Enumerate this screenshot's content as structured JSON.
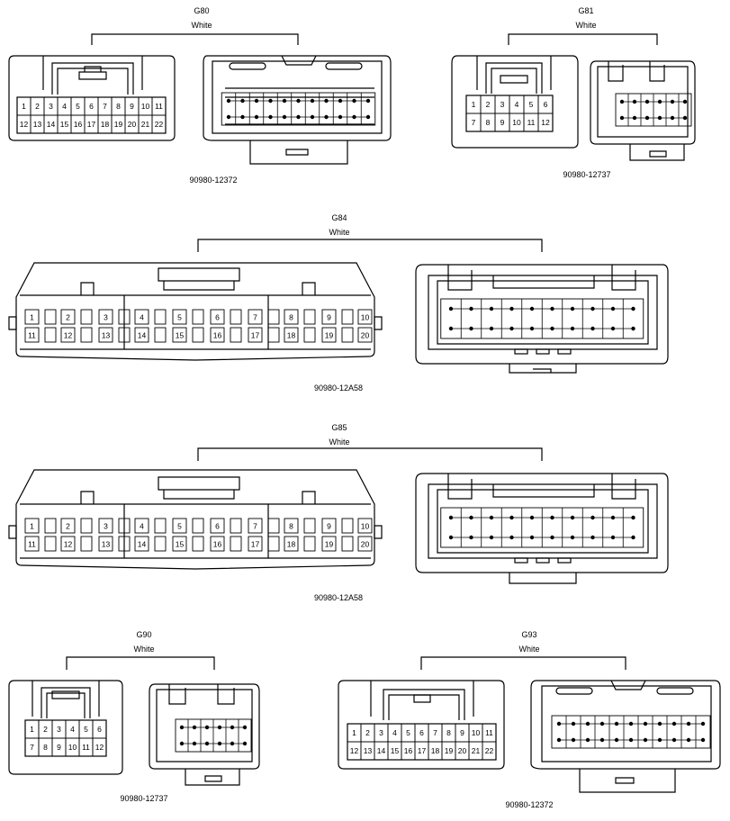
{
  "connectors": [
    {
      "id": "G80",
      "color": "White",
      "part": "90980-12372",
      "pins": [
        "1",
        "2",
        "3",
        "4",
        "5",
        "6",
        "7",
        "8",
        "9",
        "10",
        "11",
        "12",
        "13",
        "14",
        "15",
        "16",
        "17",
        "18",
        "19",
        "20",
        "21",
        "22"
      ]
    },
    {
      "id": "G81",
      "color": "White",
      "part": "90980-12737",
      "pins": [
        "1",
        "2",
        "3",
        "4",
        "5",
        "6",
        "7",
        "8",
        "9",
        "10",
        "11",
        "12"
      ]
    },
    {
      "id": "G84",
      "color": "White",
      "part": "90980-12A58",
      "pins": [
        "1",
        "2",
        "3",
        "4",
        "5",
        "6",
        "7",
        "8",
        "9",
        "10",
        "11",
        "12",
        "13",
        "14",
        "15",
        "16",
        "17",
        "18",
        "19",
        "20"
      ]
    },
    {
      "id": "G85",
      "color": "White",
      "part": "90980-12A58",
      "pins": [
        "1",
        "2",
        "3",
        "4",
        "5",
        "6",
        "7",
        "8",
        "9",
        "10",
        "11",
        "12",
        "13",
        "14",
        "15",
        "16",
        "17",
        "18",
        "19",
        "20"
      ]
    },
    {
      "id": "G90",
      "color": "White",
      "part": "90980-12737",
      "pins": [
        "1",
        "2",
        "3",
        "4",
        "5",
        "6",
        "7",
        "8",
        "9",
        "10",
        "11",
        "12"
      ]
    },
    {
      "id": "G93",
      "color": "White",
      "part": "90980-12372",
      "pins": [
        "1",
        "2",
        "3",
        "4",
        "5",
        "6",
        "7",
        "8",
        "9",
        "10",
        "11",
        "12",
        "13",
        "14",
        "15",
        "16",
        "17",
        "18",
        "19",
        "20",
        "21",
        "22"
      ]
    }
  ]
}
